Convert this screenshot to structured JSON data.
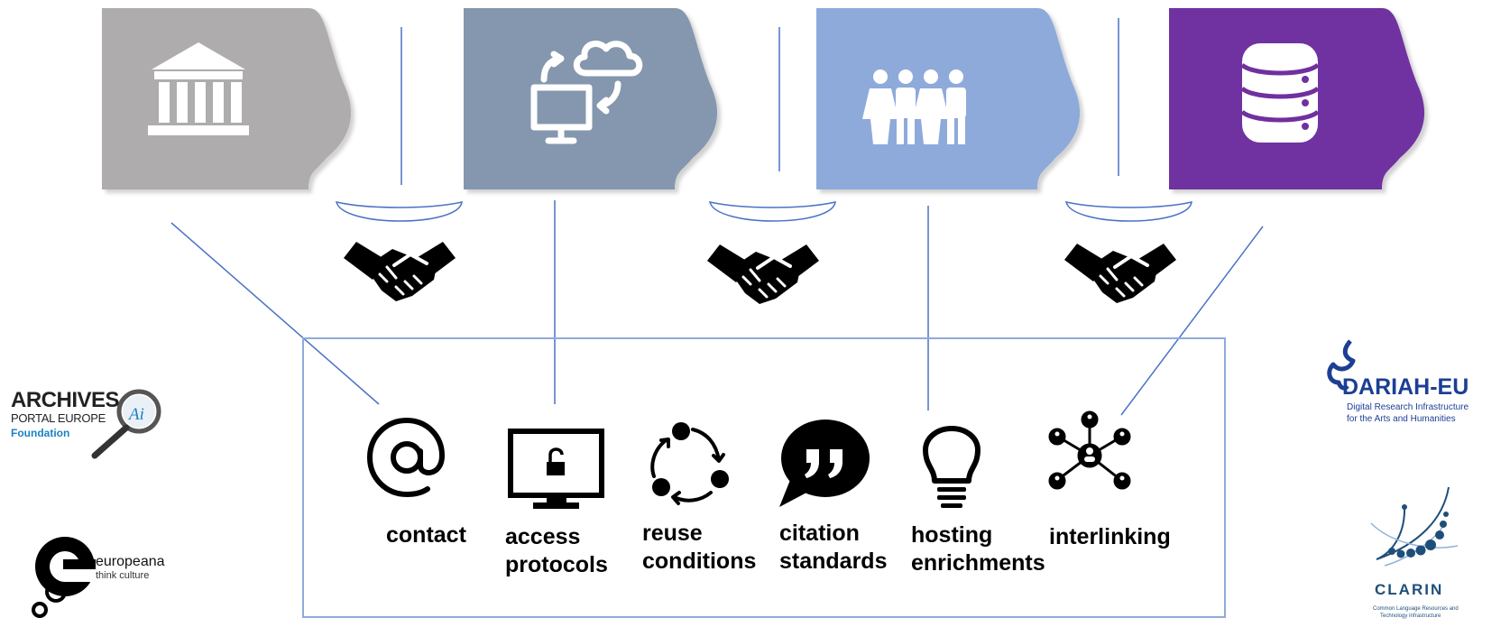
{
  "features": [
    {
      "line1": "contact",
      "line2": "",
      "icon": "at-sign-icon"
    },
    {
      "line1": "access",
      "line2": "protocols",
      "icon": "monitor-unlock-icon"
    },
    {
      "line1": "reuse",
      "line2": "conditions",
      "icon": "recycle-cycle-icon"
    },
    {
      "line1": "citation",
      "line2": "standards",
      "icon": "quote-bubble-icon"
    },
    {
      "line1": "hosting",
      "line2": "enrichments",
      "icon": "lightbulb-icon"
    },
    {
      "line1": "interlinking",
      "line2": "",
      "icon": "network-icon"
    }
  ],
  "pieces": [
    {
      "icon": "institution-icon",
      "color": "#aeacac"
    },
    {
      "icon": "computer-cloud-sync-icon",
      "color": "#8597ae"
    },
    {
      "icon": "people-group-icon",
      "color": "#8eaadb"
    },
    {
      "icon": "database-icon",
      "color": "#7030a0"
    }
  ],
  "logos": {
    "archives": {
      "line1": "ARCHIVES",
      "line2": "PORTAL EUROPE",
      "line3": "Foundation",
      "mark": "Ai",
      "accent": "#1a82c4"
    },
    "europeana": {
      "line1": "europeana",
      "line2": "think culture"
    },
    "dariah": {
      "name": "DARIAH-EU",
      "line1": "Digital Research Infrastructure",
      "line2": "for the Arts and Humanities",
      "color": "#1c3f94"
    },
    "clarin": {
      "name": "CLARIN",
      "line1": "Common Language Resources and",
      "line2": "Technology Infrastructure",
      "color": "#1f4e79"
    }
  },
  "colors": {
    "connector": "#4a72c4",
    "box_border": "#8faadc"
  }
}
